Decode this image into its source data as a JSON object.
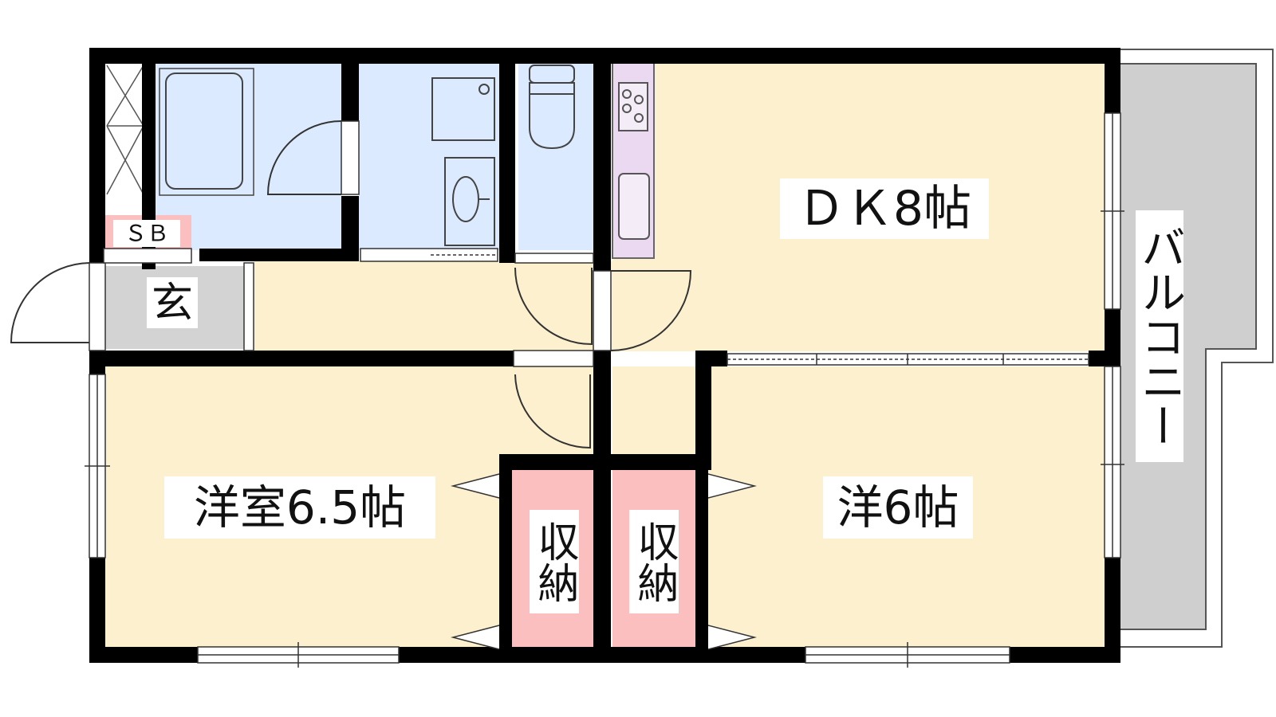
{
  "rooms": {
    "dk": "ＤＫ8帖",
    "western_a": "洋室6.5帖",
    "western_b": "洋6帖",
    "storage_a": "収納",
    "storage_b": "収納",
    "entrance": "玄",
    "shoe_box": "ＳＢ",
    "balcony": "バルコニー"
  },
  "colors": {
    "room_fill": "#fdf0cf",
    "wet_fill": "#dbeafe",
    "storage_fill": "#fbbfbf",
    "entrance_fill": "#d3d3d3",
    "balcony_fill": "#cfcfcf",
    "kitchen_fill": "#ead9f0",
    "wall": "#000000"
  }
}
